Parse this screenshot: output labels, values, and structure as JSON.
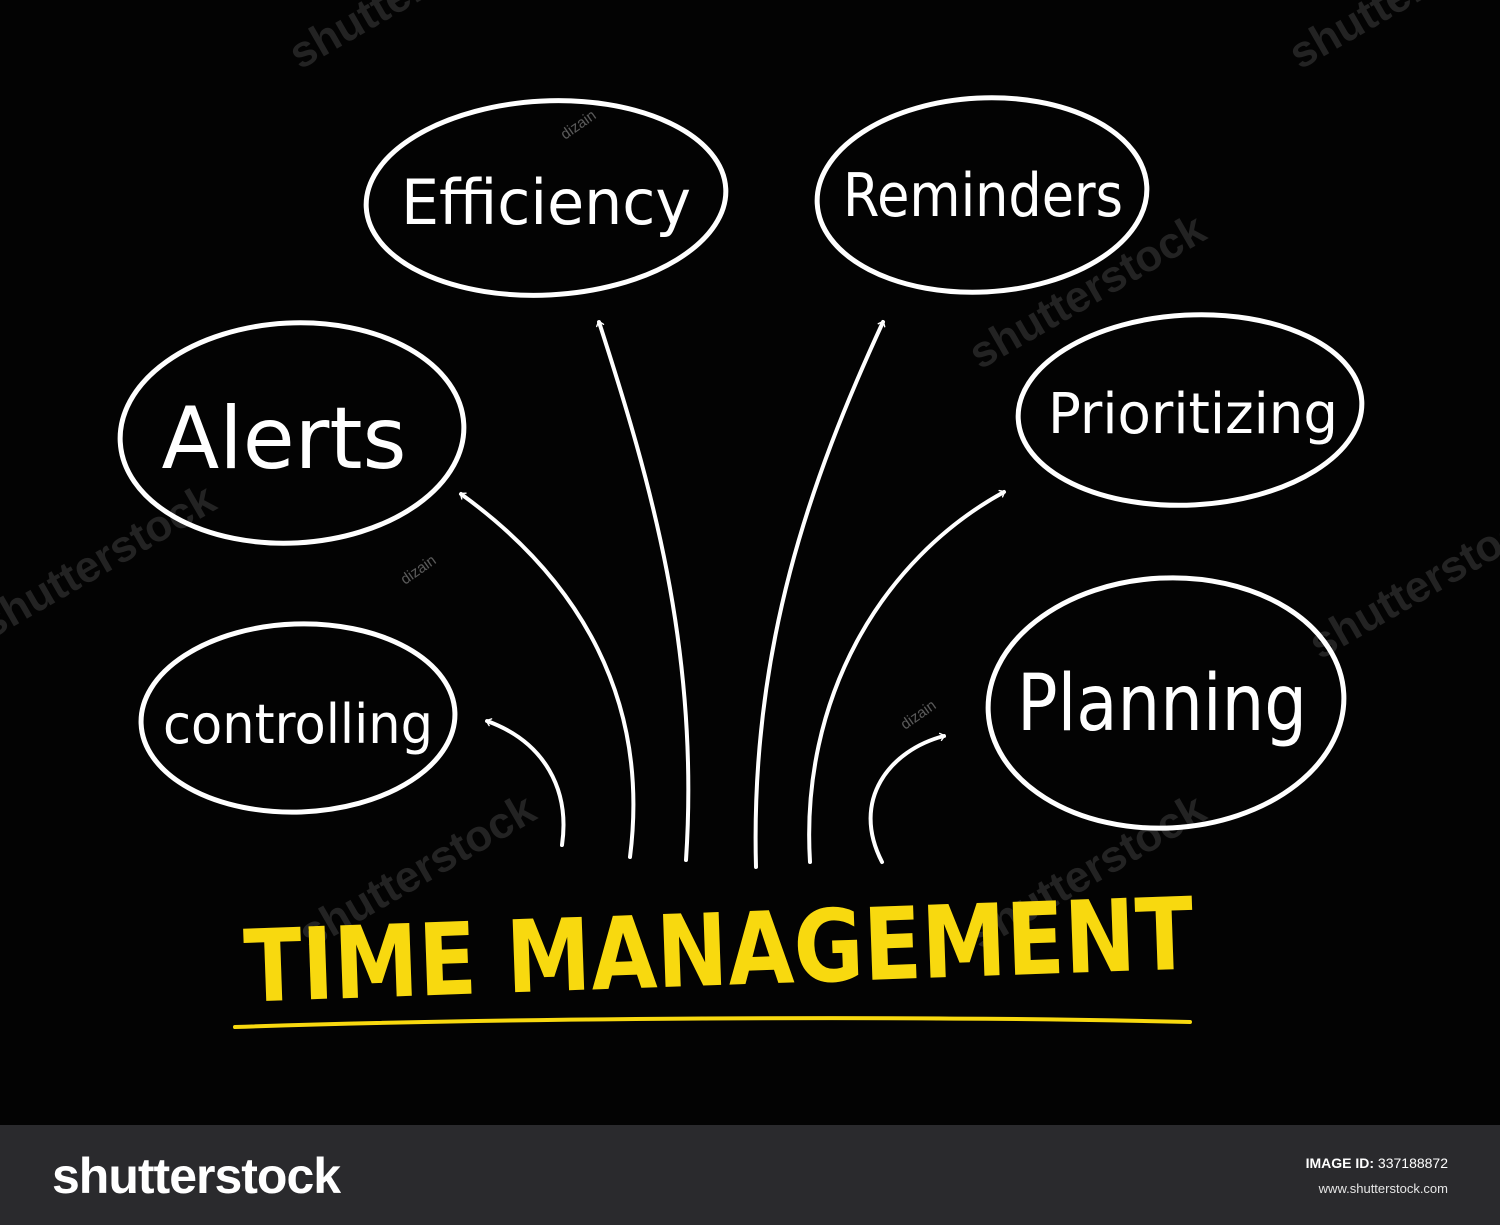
{
  "diagram": {
    "title": "TIME MANAGEMENT",
    "nodes": [
      {
        "id": "efficiency",
        "label": "Efficiency"
      },
      {
        "id": "reminders",
        "label": "Reminders"
      },
      {
        "id": "alerts",
        "label": "Alerts"
      },
      {
        "id": "prioritizing",
        "label": "Prioritizing"
      },
      {
        "id": "controlling",
        "label": "controlling"
      },
      {
        "id": "planning",
        "label": "Planning"
      }
    ],
    "edges": [
      {
        "from": "title",
        "to": "controlling"
      },
      {
        "from": "title",
        "to": "alerts"
      },
      {
        "from": "title",
        "to": "efficiency"
      },
      {
        "from": "title",
        "to": "reminders"
      },
      {
        "from": "title",
        "to": "prioritizing"
      },
      {
        "from": "title",
        "to": "planning"
      }
    ],
    "colors": {
      "background": "#030303",
      "chalk": "#ffffff",
      "title": "#f8d90f"
    }
  },
  "watermark": {
    "brand": "shutterstock",
    "contributor": "dizain"
  },
  "footer": {
    "brand": "shutterstock",
    "image_id_label": "IMAGE ID:",
    "image_id": "337188872",
    "url": "www.shutterstock.com"
  }
}
